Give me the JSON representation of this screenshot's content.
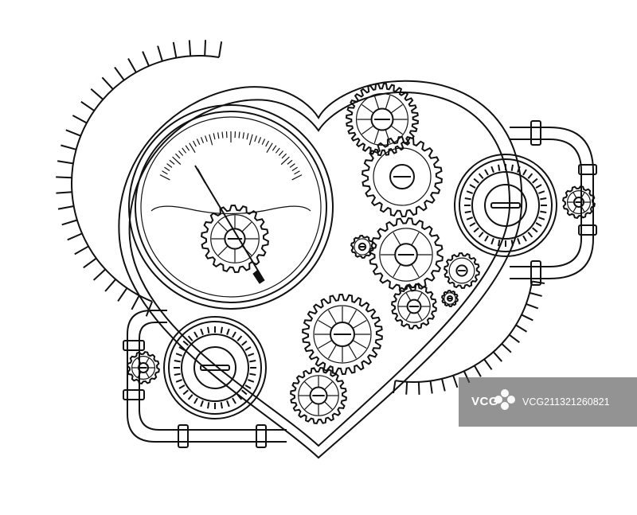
{
  "illustration": {
    "subject": "",
    "colors": {
      "ink": "#111111",
      "paper": "#ffffff"
    }
  },
  "watermark": {
    "brand": "VCG",
    "id_text": "VCG211321260821",
    "icon": "vcg-flower-logo"
  }
}
